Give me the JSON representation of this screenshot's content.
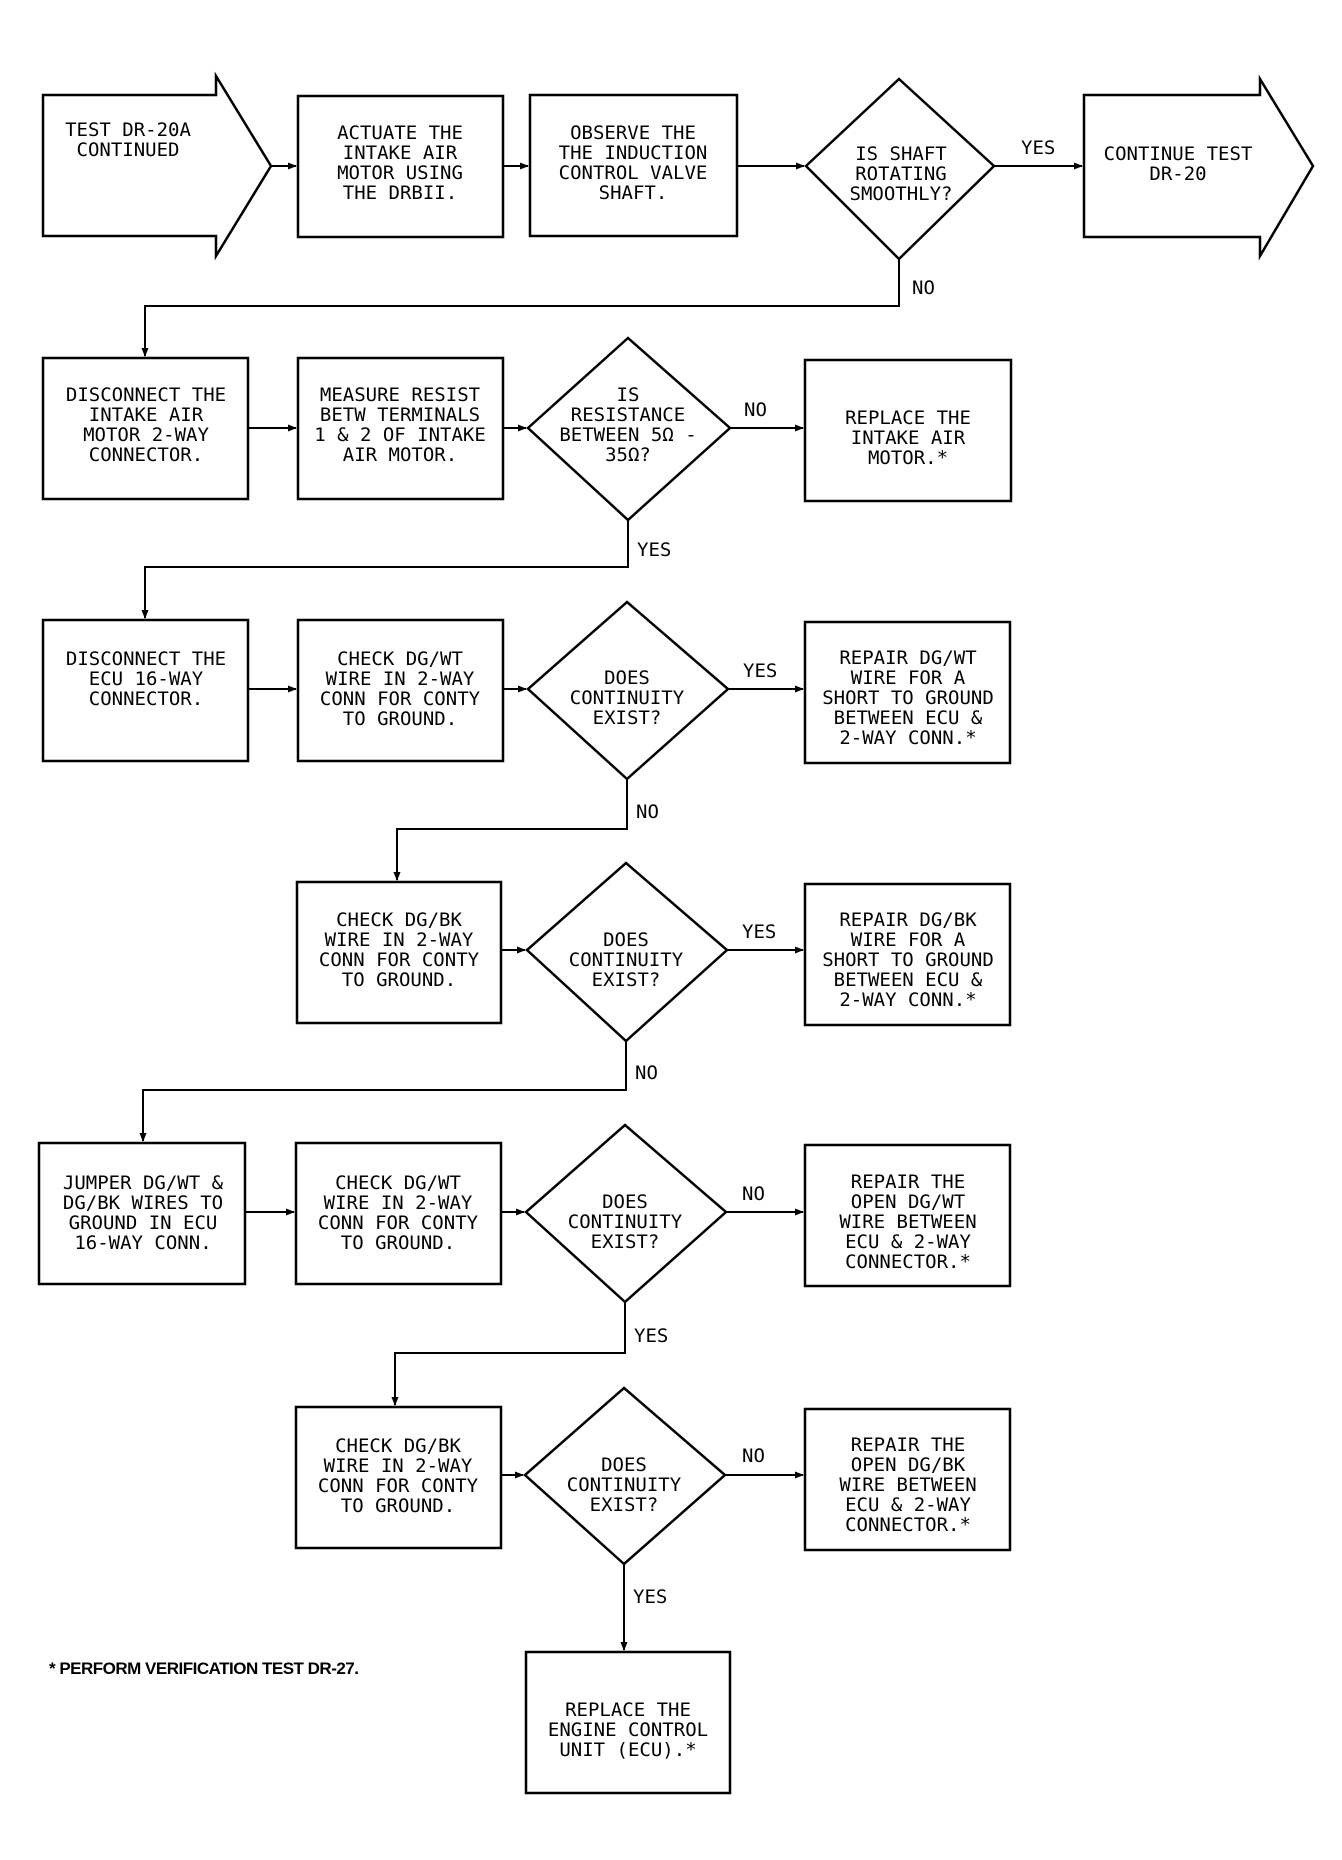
{
  "nodes": {
    "n1": {
      "lines": [
        "TEST DR-20A",
        "CONTINUED"
      ]
    },
    "n2": {
      "lines": [
        "ACTUATE THE",
        "INTAKE AIR",
        "MOTOR USING",
        "THE DRBII."
      ]
    },
    "n3": {
      "lines": [
        "OBSERVE THE",
        "THE INDUCTION",
        "CONTROL VALVE",
        "SHAFT."
      ]
    },
    "d1": {
      "lines": [
        "IS SHAFT",
        "ROTATING",
        "SMOOTHLY?"
      ]
    },
    "n4": {
      "lines": [
        "CONTINUE TEST",
        "DR-20"
      ]
    },
    "n5": {
      "lines": [
        "DISCONNECT THE",
        "INTAKE AIR",
        "MOTOR 2-WAY",
        "CONNECTOR."
      ]
    },
    "n6": {
      "lines": [
        "MEASURE RESIST",
        "BETW TERMINALS",
        "1 & 2 OF INTAKE",
        "AIR MOTOR."
      ]
    },
    "d2": {
      "lines": [
        "IS",
        "RESISTANCE",
        "BETWEEN 5Ω -",
        "35Ω?"
      ]
    },
    "n7": {
      "lines": [
        "REPLACE THE",
        "INTAKE AIR",
        "MOTOR.*"
      ]
    },
    "n8": {
      "lines": [
        "DISCONNECT THE",
        "ECU 16-WAY",
        "CONNECTOR."
      ]
    },
    "n9": {
      "lines": [
        "CHECK DG/WT",
        "WIRE IN 2-WAY",
        "CONN FOR CONTY",
        "TO GROUND."
      ]
    },
    "d3": {
      "lines": [
        "DOES",
        "CONTINUITY",
        "EXIST?"
      ]
    },
    "n10": {
      "lines": [
        "REPAIR DG/WT",
        "WIRE FOR A",
        "SHORT TO GROUND",
        "BETWEEN ECU &",
        "2-WAY CONN.*"
      ]
    },
    "n11": {
      "lines": [
        "CHECK DG/BK",
        "WIRE IN 2-WAY",
        "CONN FOR CONTY",
        "TO GROUND."
      ]
    },
    "d4": {
      "lines": [
        "DOES",
        "CONTINUITY",
        "EXIST?"
      ]
    },
    "n12": {
      "lines": [
        "REPAIR DG/BK",
        "WIRE FOR A",
        "SHORT TO GROUND",
        "BETWEEN ECU &",
        "2-WAY CONN.*"
      ]
    },
    "n13": {
      "lines": [
        "JUMPER DG/WT &",
        "DG/BK WIRES TO",
        "GROUND IN ECU",
        "16-WAY CONN."
      ]
    },
    "n14": {
      "lines": [
        "CHECK DG/WT",
        "WIRE IN 2-WAY",
        "CONN FOR CONTY",
        "TO GROUND."
      ]
    },
    "d5": {
      "lines": [
        "DOES",
        "CONTINUITY",
        "EXIST?"
      ]
    },
    "n15": {
      "lines": [
        "REPAIR THE",
        "OPEN DG/WT",
        "WIRE BETWEEN",
        "ECU & 2-WAY",
        "CONNECTOR.*"
      ]
    },
    "n16": {
      "lines": [
        "CHECK DG/BK",
        "WIRE IN 2-WAY",
        "CONN FOR CONTY",
        "TO GROUND."
      ]
    },
    "d6": {
      "lines": [
        "DOES",
        "CONTINUITY",
        "EXIST?"
      ]
    },
    "n17": {
      "lines": [
        "REPAIR THE",
        "OPEN DG/BK",
        "WIRE BETWEEN",
        "ECU & 2-WAY",
        "CONNECTOR.*"
      ]
    },
    "n18": {
      "lines": [
        "REPLACE THE",
        "ENGINE CONTROL",
        "UNIT (ECU).*"
      ]
    }
  },
  "edge_labels": {
    "yes": "YES",
    "no": "NO"
  },
  "footnote": "* PERFORM VERIFICATION TEST DR-27."
}
